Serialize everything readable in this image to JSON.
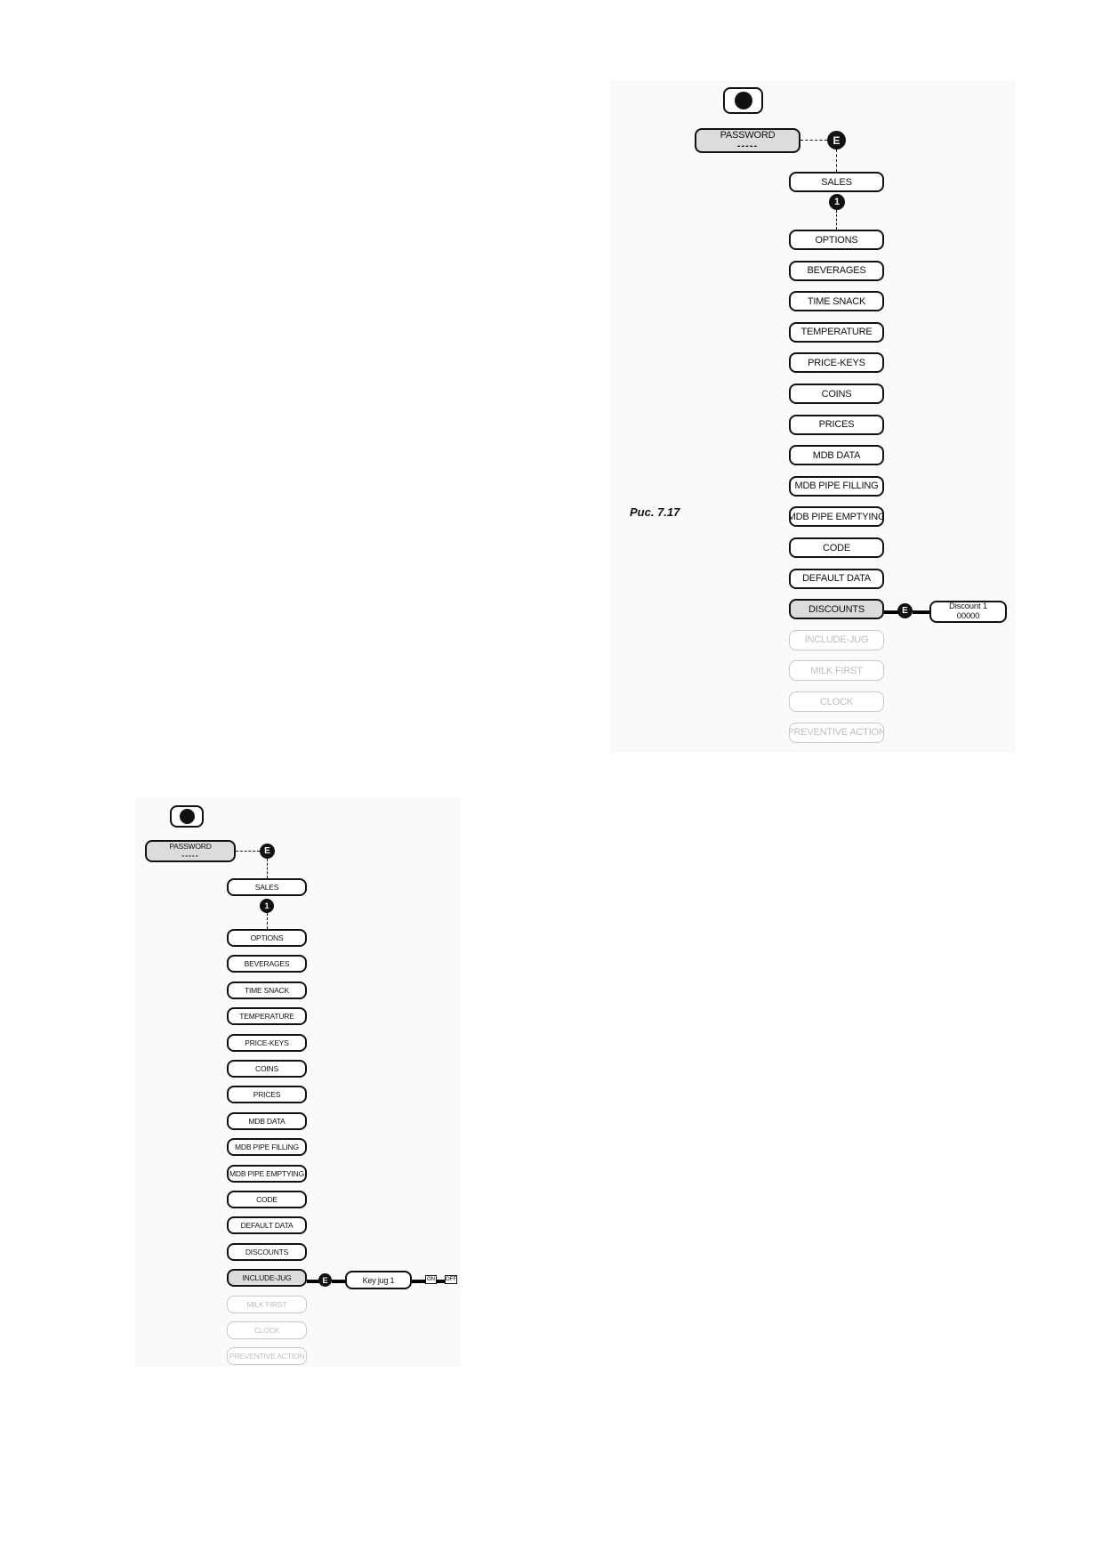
{
  "top_diagram": {
    "password": {
      "label": "PASSWORD",
      "value": "-----"
    },
    "enter_symbol": "E",
    "next_symbol": "1",
    "first_item": "SALES",
    "menu_items": [
      "OPTIONS",
      "BEVERAGES",
      "TIME SNACK",
      "TEMPERATURE",
      "PRICE-KEYS",
      "COINS",
      "PRICES",
      "MDB DATA",
      "MDB PIPE FILLING",
      "MDB PIPE EMPTYING",
      "CODE",
      "DEFAULT DATA",
      "DISCOUNTS"
    ],
    "dimmed_items": [
      "INCLUDE-JUG",
      "MILK FIRST",
      "CLOCK",
      "PREVENTIVE ACTION"
    ],
    "highlighted_item": "DISCOUNTS",
    "detail": {
      "line1": "Discount 1",
      "line2": "00000"
    },
    "caption": "Рис. 7.17"
  },
  "bottom_diagram": {
    "password": {
      "label": "PASSWORD",
      "value": "-----"
    },
    "enter_symbol": "E",
    "next_symbol": "1",
    "first_item": "SALES",
    "menu_items": [
      "OPTIONS",
      "BEVERAGES",
      "TIME SNACK",
      "TEMPERATURE",
      "PRICE-KEYS",
      "COINS",
      "PRICES",
      "MDB DATA",
      "MDB PIPE FILLING",
      "MDB PIPE EMPTYING",
      "CODE",
      "DEFAULT DATA",
      "DISCOUNTS",
      "INCLUDE-JUG"
    ],
    "dimmed_items": [
      "MILK FIRST",
      "CLOCK",
      "PREVENTIVE ACTION"
    ],
    "highlighted_item": "INCLUDE-JUG",
    "detail": {
      "label": "Key jug 1",
      "on": "ON",
      "off": "OFF"
    }
  }
}
